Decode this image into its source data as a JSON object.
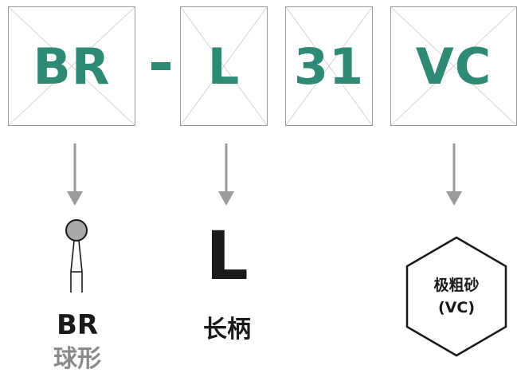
{
  "codes": [
    {
      "text": "BR"
    },
    {
      "text": "L"
    },
    {
      "text": "31"
    },
    {
      "text": "VC"
    }
  ],
  "separator": "-",
  "colors": {
    "accent": "#2e8a73",
    "arrow": "#9b9b9b",
    "text": "#1a1a1a",
    "subtext": "#8a8a8a"
  },
  "shape_label": {
    "code": "BR",
    "name": "球形"
  },
  "shank_label": {
    "symbol": "L",
    "name": "长柄"
  },
  "grit_label": {
    "line1": "极粗砂",
    "line2": "(VC)"
  }
}
